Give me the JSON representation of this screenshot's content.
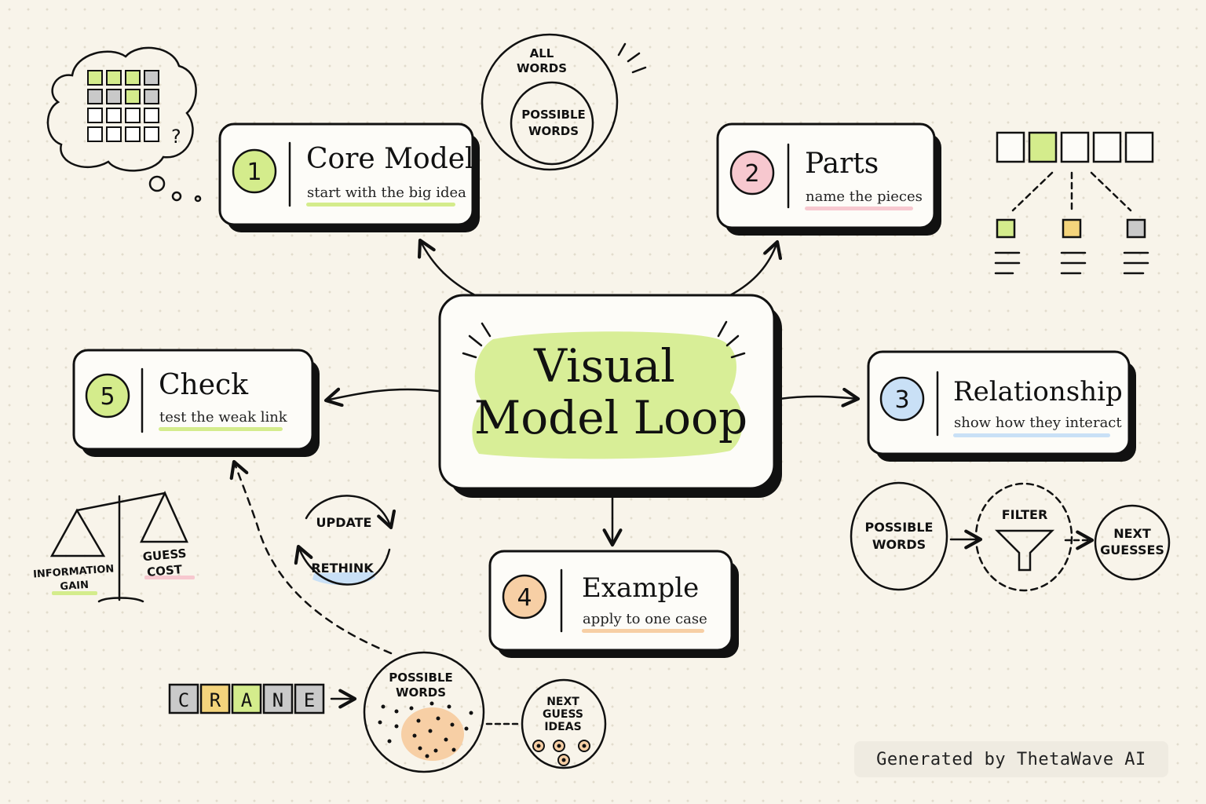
{
  "center": {
    "line1": "Visual",
    "line2": "Model Loop"
  },
  "steps": [
    {
      "number": "1",
      "title": "Core Model",
      "subtitle": "start with the big idea"
    },
    {
      "number": "2",
      "title": "Parts",
      "subtitle": "name the pieces"
    },
    {
      "number": "3",
      "title": "Relationship",
      "subtitle": "show how they interact"
    },
    {
      "number": "4",
      "title": "Example",
      "subtitle": "apply to one case"
    },
    {
      "number": "5",
      "title": "Check",
      "subtitle": "test the weak link"
    }
  ],
  "venn": {
    "outer_1": "ALL",
    "outer_2": "WORDS",
    "inner_1": "POSSIBLE",
    "inner_2": "WORDS"
  },
  "thought": {
    "mark": "?"
  },
  "flow": {
    "input_1": "POSSIBLE",
    "input_2": "WORDS",
    "filter": "FILTER",
    "output_1": "NEXT",
    "output_2": "GUESSES"
  },
  "cycle": {
    "top": "UPDATE",
    "bottom": "RETHINK"
  },
  "scale": {
    "left_1": "INFORMATION",
    "left_2": "GAIN",
    "right_1": "GUESS",
    "right_2": "COST"
  },
  "example": {
    "letters": [
      "C",
      "R",
      "A",
      "N",
      "E"
    ],
    "pool_1": "POSSIBLE",
    "pool_2": "WORDS",
    "next_1": "NEXT",
    "next_2": "GUESS",
    "next_3": "IDEAS"
  },
  "credit": "Generated by ThetaWave AI",
  "colors": {
    "green": "#d4ec8c",
    "pink": "#f7c8cf",
    "blue": "#c9e0f6",
    "orange": "#f7cfa5",
    "yellow": "#f4d47c",
    "gray": "#c9c9c9"
  }
}
